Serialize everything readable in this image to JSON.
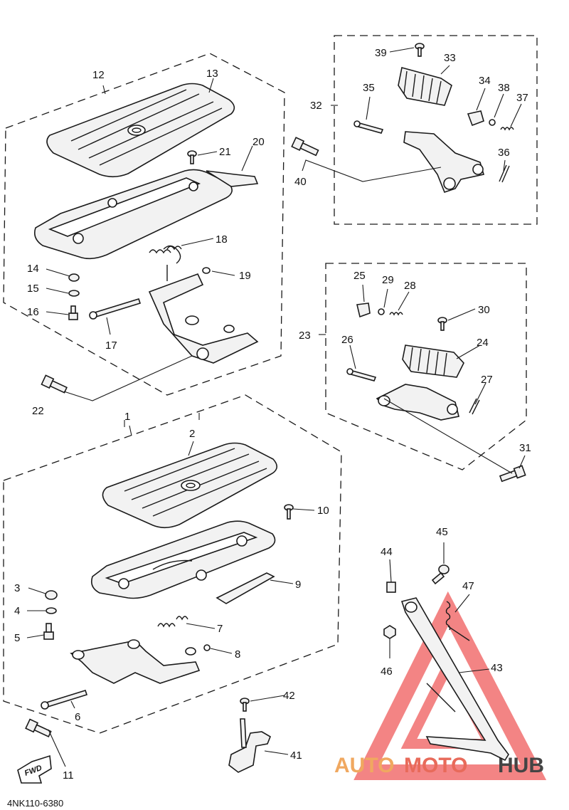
{
  "diagram": {
    "code": "4NK110-6380",
    "fwd_label": "FWD",
    "watermark": {
      "part1": "AUTO",
      "part2": "MOTO",
      "part3": "HUB",
      "color_primary": "#f0a860",
      "color_secondary": "#e05050",
      "color_dark": "#404040"
    },
    "callouts": {
      "n1": "1",
      "n2": "2",
      "n3": "3",
      "n4": "4",
      "n5": "5",
      "n6": "6",
      "n7": "7",
      "n8": "8",
      "n9": "9",
      "n10": "10",
      "n11": "11",
      "n12": "12",
      "n13": "13",
      "n14": "14",
      "n15": "15",
      "n16": "16",
      "n17": "17",
      "n18": "18",
      "n19": "19",
      "n20": "20",
      "n21": "21",
      "n22": "22",
      "n23": "23",
      "n24": "24",
      "n25": "25",
      "n26": "26",
      "n27": "27",
      "n28": "28",
      "n29": "29",
      "n30": "30",
      "n31": "31",
      "n32": "32",
      "n33": "33",
      "n34": "34",
      "n35": "35",
      "n36": "36",
      "n37": "37",
      "n38": "38",
      "n39": "39",
      "n40": "40",
      "n41": "41",
      "n42": "42",
      "n43": "43",
      "n44": "44",
      "n45": "45",
      "n46": "46",
      "n47": "47"
    }
  }
}
